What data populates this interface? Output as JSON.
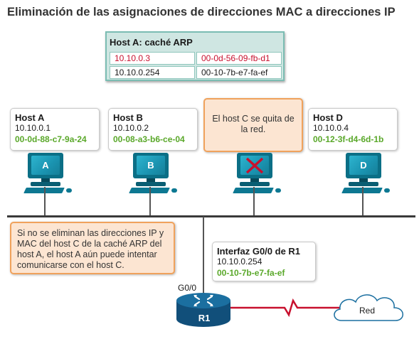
{
  "title": "Eliminación de las asignaciones de direcciones MAC a direcciones IP",
  "arp_cache": {
    "header": "Host A: caché ARP",
    "rows": [
      {
        "ip": "10.10.0.3",
        "mac": "00-0d-56-09-fb-d1"
      },
      {
        "ip": "10.10.0.254",
        "mac": "00-10-7b-e7-fa-ef"
      }
    ]
  },
  "hosts": {
    "a": {
      "name": "Host A",
      "ip": "10.10.0.1",
      "mac": "00-0d-88-c7-9a-24",
      "letter": "A"
    },
    "b": {
      "name": "Host B",
      "ip": "10.10.0.2",
      "mac": "00-08-a3-b6-ce-04",
      "letter": "B"
    },
    "d": {
      "name": "Host D",
      "ip": "10.10.0.4",
      "mac": "00-12-3f-d4-6d-1b",
      "letter": "D"
    }
  },
  "host_c_note": "El host C se quita de la red.",
  "warning_note": "Si no se eliminan las direcciones IP y MAC del host C de la caché ARP del host A, el host A aún puede intentar comunicarse con el host C.",
  "router_interface": {
    "title": "Interfaz G0/0 de R1",
    "ip": "10.10.0.254",
    "mac": "00-10-7b-e7-fa-ef"
  },
  "router": {
    "name": "R1",
    "port_label": "G0/0"
  },
  "cloud_label": "Red",
  "colors": {
    "accent_green": "#5aa82a",
    "highlight_red": "#c8102e",
    "pc_teal": "#1a93b0",
    "orange_border": "#f0a25c",
    "router_blue": "#1b6fa0"
  }
}
